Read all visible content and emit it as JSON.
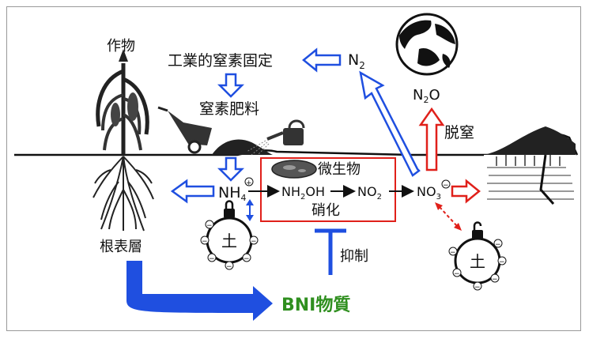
{
  "labels": {
    "crop": "作物",
    "industrial_fixation": "工業的窒素固定",
    "n2_main": "N",
    "n2_sub": "2",
    "fertilizer": "窒素肥料",
    "n2o_main": "N",
    "n2o_sub": "2",
    "n2o_tail": "O",
    "denitrification": "脱窒",
    "microbe": "微生物",
    "nh4_main": "NH",
    "nh4_sub": "4",
    "nh2oh": "NH",
    "nh2oh_sub": "2",
    "nh2oh_tail": "OH",
    "no2_main": "NO",
    "no2_sub": "2",
    "no3_main": "NO",
    "no3_sub": "3",
    "nitrification": "硝化",
    "root_layer": "根表層",
    "inhibition": "抑制",
    "bni": "BNI物質",
    "soil_left": "土",
    "soil_right": "土",
    "plus": "+",
    "minus": "−"
  },
  "colors": {
    "blue": "#1f4fe0",
    "red": "#e0201a",
    "green": "#2f8f1f",
    "black": "#111111",
    "box_red": "#e0201a"
  },
  "icons": [
    "corn-plant-icon",
    "wheelbarrow-icon",
    "watering-can-icon",
    "globe-icon",
    "padlock-icon",
    "microbe-icon",
    "field-icon"
  ]
}
